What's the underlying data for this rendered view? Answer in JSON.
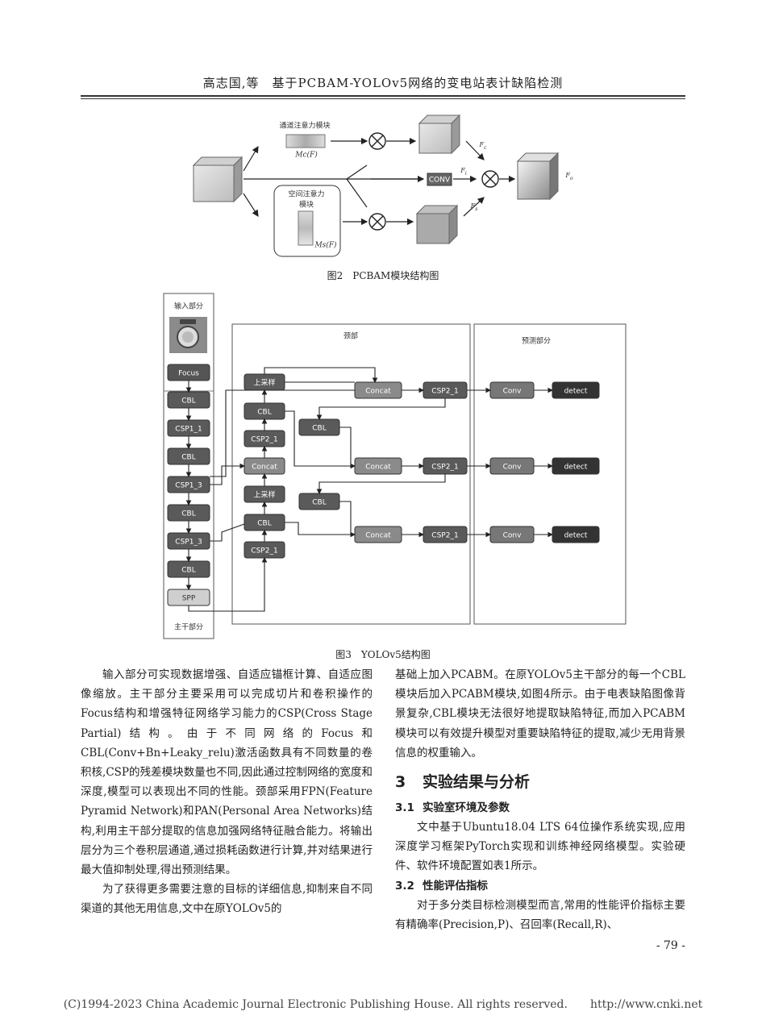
{
  "header": {
    "running_title": "高志国,等　基于PCBAM-YOLOv5网络的变电站表计缺陷检测"
  },
  "figure2": {
    "channel_module": "通道注意力模块",
    "mc_label": "Mc(F)",
    "spatial_module_line1": "空间注意力",
    "spatial_module_line2": "模块",
    "ms_label": "Ms(F)",
    "conv": "CONV",
    "fc": "F",
    "fc_sub": "c",
    "fi": "F",
    "fi_sub": "i",
    "fs": "F",
    "fs_sub": "s",
    "fo": "F",
    "fo_sub": "o",
    "caption": "图2　PCBAM模块结构图"
  },
  "figure3": {
    "input_title": "输入部分",
    "backbone_title": "主干部分",
    "neck_title": "颈部",
    "head_title": "预测部分",
    "focus": "Focus",
    "backbone_blocks": [
      "CBL",
      "CSP1_1",
      "CBL",
      "CSP1_3",
      "CBL",
      "CSP1_3",
      "CBL",
      "SPP"
    ],
    "neck_left": [
      "上采样",
      "CBL",
      "CSP2_1",
      "Concat",
      "上采样",
      "CBL",
      "CSP2_1"
    ],
    "neck_mid_cbl": [
      "CBL",
      "CBL"
    ],
    "concat": [
      "Concat",
      "Concat",
      "Concat"
    ],
    "csp2": [
      "CSP2_1",
      "CSP2_1",
      "CSP2_1"
    ],
    "conv": [
      "Conv",
      "Conv",
      "Conv"
    ],
    "detect": [
      "detect",
      "detect",
      "detect"
    ],
    "caption": "图3　YOLOv5结构图"
  },
  "left_column": {
    "p1": "输入部分可实现数据增强、自适应锚框计算、自适应图像缩放。主干部分主要采用可以完成切片和卷积操作的Focus结构和增强特征网络学习能力的CSP(Cross Stage Partial)结构。由于不同网络的Focus和CBL(Conv+Bn+Leaky_relu)激活函数具有不同数量的卷积核,CSP的残差模块数量也不同,因此通过控制网络的宽度和深度,模型可以表现出不同的性能。颈部采用FPN(Feature Pyramid Network)和PAN(Personal Area Networks)结构,利用主干部分提取的信息加强网络特征融合能力。将输出层分为三个卷积层通道,通过损耗函数进行计算,并对结果进行最大值抑制处理,得出预测结果。",
    "p2": "为了获得更多需要注意的目标的详细信息,抑制来自不同渠道的其他无用信息,文中在原YOLOv5的"
  },
  "right_column": {
    "p1": "基础上加入PCABM。在原YOLOv5主干部分的每一个CBL模块后加入PCABM模块,如图4所示。由于电表缺陷图像背景复杂,CBL模块无法很好地提取缺陷特征,而加入PCABM模块可以有效提升模型对重要缺陷特征的提取,减少无用背景信息的权重输入。",
    "section3_num": "3",
    "section3_title": "实验结果与分析",
    "sub31_num": "3.1",
    "sub31_title": "实验室环境及参数",
    "p2": "文中基于Ubuntu18.04 LTS 64位操作系统实现,应用深度学习框架PyTorch实现和训练神经网络模型。实验硬件、软件环境配置如表1所示。",
    "sub32_num": "3.2",
    "sub32_title": "性能评估指标",
    "p3": "对于多分类目标检测模型而言,常用的性能评价指标主要有精确率(Precision,P)、召回率(Recall,R)、"
  },
  "page_number": "- 79 -",
  "copyright": "(C)1994-2023 China Academic Journal Electronic Publishing House. All rights reserved.　　http://www.cnki.net"
}
